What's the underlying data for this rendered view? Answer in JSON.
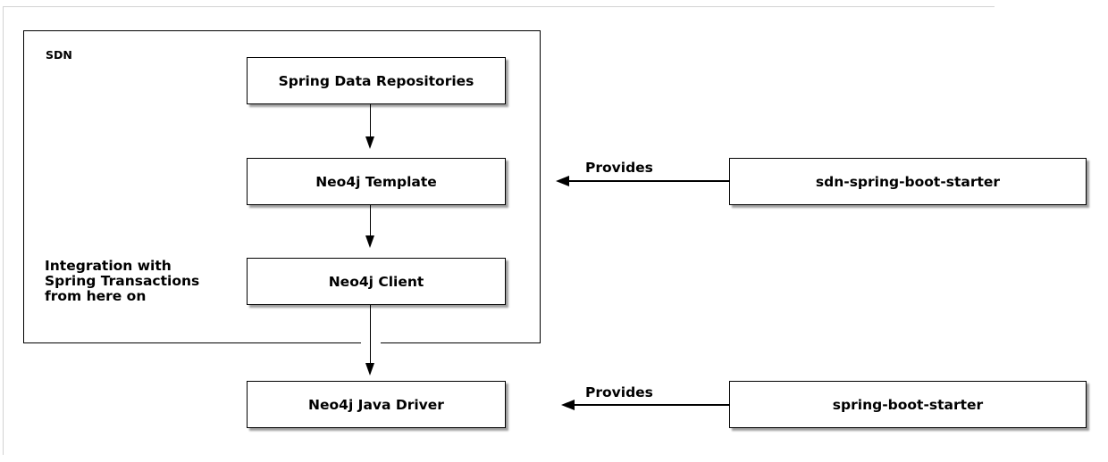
{
  "diagram": {
    "type": "architecture-diagram",
    "container": {
      "label": "SDN"
    },
    "nodes": {
      "spring_data_repositories": "Spring Data Repositories",
      "neo4j_template": "Neo4j Template",
      "neo4j_client": "Neo4j Client",
      "neo4j_java_driver": "Neo4j Java Driver",
      "sdn_spring_boot_starter": "sdn-spring-boot-starter",
      "spring_boot_starter": "spring-boot-starter"
    },
    "annotations": {
      "integration_note": "Integration with\nSpring Transactions\nfrom here on"
    },
    "edges": [
      {
        "from": "spring_data_repositories",
        "to": "neo4j_template",
        "direction": "down",
        "label": ""
      },
      {
        "from": "neo4j_template",
        "to": "neo4j_client",
        "direction": "down",
        "label": ""
      },
      {
        "from": "neo4j_client",
        "to": "neo4j_java_driver",
        "direction": "down",
        "label": ""
      },
      {
        "from": "sdn_spring_boot_starter",
        "to": "neo4j_template",
        "direction": "left",
        "label": "Provides"
      },
      {
        "from": "spring_boot_starter",
        "to": "neo4j_java_driver",
        "direction": "left",
        "label": "Provides"
      }
    ],
    "colors": {
      "background": "#ffffff",
      "node_fill": "#ffffff",
      "stroke": "#000000",
      "shadow": "#9b9b9b",
      "edge_artifact_line": "#d2d2d2"
    }
  }
}
